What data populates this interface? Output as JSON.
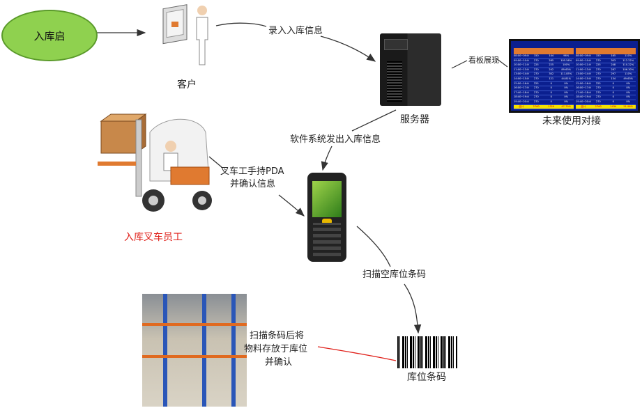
{
  "start_node": "入库启",
  "customer_label": "客户",
  "server_label": "服务器",
  "dashboard_label": "未来使用对接",
  "forklift_worker_label": "入库叉车员工",
  "barcode_label": "库位条码",
  "edges": {
    "enter_info": "录入入库信息",
    "board_display": "看板展现",
    "system_send": "软件系统发出入库信息",
    "pda_confirm_1": "叉车工手持PDA",
    "pda_confirm_2": "并确认信息",
    "scan_empty": "扫描空库位条码",
    "store_1": "扫描条码后将",
    "store_2": "物料存放于库位",
    "store_3": "并确认"
  },
  "dashboard": {
    "left": [
      [
        "08:00~09:00",
        "150",
        "144",
        "96%"
      ],
      [
        "09:00~10:00",
        "270",
        "285",
        "105.56%"
      ],
      [
        "10:00~11:00",
        "225",
        "225",
        "100%"
      ],
      [
        "11:00~13:00",
        "270",
        "242",
        "89.63%"
      ],
      [
        "13:00~14:00",
        "270",
        "302",
        "111.85%"
      ],
      [
        "14:00~15:00",
        "270",
        "121",
        "44.81%"
      ],
      [
        "15:00~16:00",
        "225",
        "0",
        "0%"
      ],
      [
        "16:00~17:00",
        "270",
        "0",
        "0%"
      ],
      [
        "17:40~18:40",
        "270",
        "0",
        "0%"
      ],
      [
        "18:40~19:40",
        "270",
        "0",
        "0%"
      ],
      [
        "19:40~20:40",
        "270",
        "0",
        "0%"
      ],
      [
        "合计",
        "2760",
        "1319",
        "47.79%"
      ]
    ],
    "right": [
      [
        "08:00~09:00",
        "150",
        "165",
        "110%"
      ],
      [
        "09:00~10:00",
        "270",
        "303",
        "112.22%"
      ],
      [
        "10:00~11:00",
        "225",
        "248",
        "110.22%"
      ],
      [
        "11:00~13:00",
        "270",
        "287",
        "106.30%"
      ],
      [
        "13:00~14:00",
        "270",
        "297",
        "110%"
      ],
      [
        "14:00~15:00",
        "270",
        "134",
        "49.63%"
      ],
      [
        "15:00~16:00",
        "225",
        "0",
        "0%"
      ],
      [
        "16:00~17:00",
        "270",
        "0",
        "0%"
      ],
      [
        "17:40~18:40",
        "270",
        "0",
        "0%"
      ],
      [
        "18:40~19:40",
        "270",
        "0",
        "0%"
      ],
      [
        "19:40~20:40",
        "270",
        "0",
        "0%"
      ],
      [
        "合计",
        "2760",
        "1434",
        "51.96%"
      ]
    ]
  },
  "colors": {
    "start_fill": "#8fd14f",
    "worker_label": "#e0201a",
    "red_line": "#e0201a"
  }
}
